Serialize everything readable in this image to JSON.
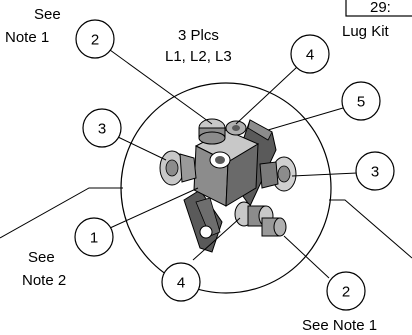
{
  "notes": {
    "see_note_1_top": [
      "See",
      "Note 1"
    ],
    "qty": [
      "3 Plcs",
      "L1, L2, L3"
    ],
    "lug_kit": "Lug Kit",
    "box_partial": "29:",
    "see_note_2": [
      "See",
      "Note 2"
    ],
    "see_note_1_bottom": "See Note 1"
  },
  "balloons": [
    {
      "id": "b2-top",
      "value": "2"
    },
    {
      "id": "b4-top",
      "value": "4"
    },
    {
      "id": "b5",
      "value": "5"
    },
    {
      "id": "b3-left",
      "value": "3"
    },
    {
      "id": "b3-right",
      "value": "3"
    },
    {
      "id": "b1",
      "value": "1"
    },
    {
      "id": "b4-bottom",
      "value": "4"
    },
    {
      "id": "b2-bottom",
      "value": "2"
    }
  ],
  "colors": {
    "line": "#000000",
    "part_dark": "#5a5a5a",
    "part_mid": "#8c8c8c",
    "part_light": "#c8c8c8"
  }
}
